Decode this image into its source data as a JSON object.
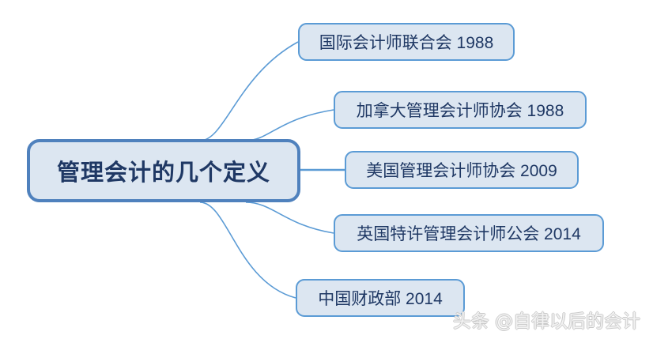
{
  "diagram": {
    "type": "mind-map",
    "root": {
      "label": "管理会计的几个定义"
    },
    "children": [
      {
        "label": "国际会计师联合会  1988"
      },
      {
        "label": "加拿大管理会计师协会  1988"
      },
      {
        "label": "美国管理会计师协会  2009"
      },
      {
        "label": "英国特许管理会计师公会  2014"
      },
      {
        "label": "中国财政部  2014"
      }
    ]
  },
  "watermark": {
    "text": "头条 @自律以后的会计"
  },
  "colors": {
    "node_fill": "#dce6f1",
    "node_border": "#5b9bd5",
    "root_border": "#4f81bd",
    "text": "#1f3864",
    "connector": "#5b9bd5",
    "background": "#ffffff"
  }
}
